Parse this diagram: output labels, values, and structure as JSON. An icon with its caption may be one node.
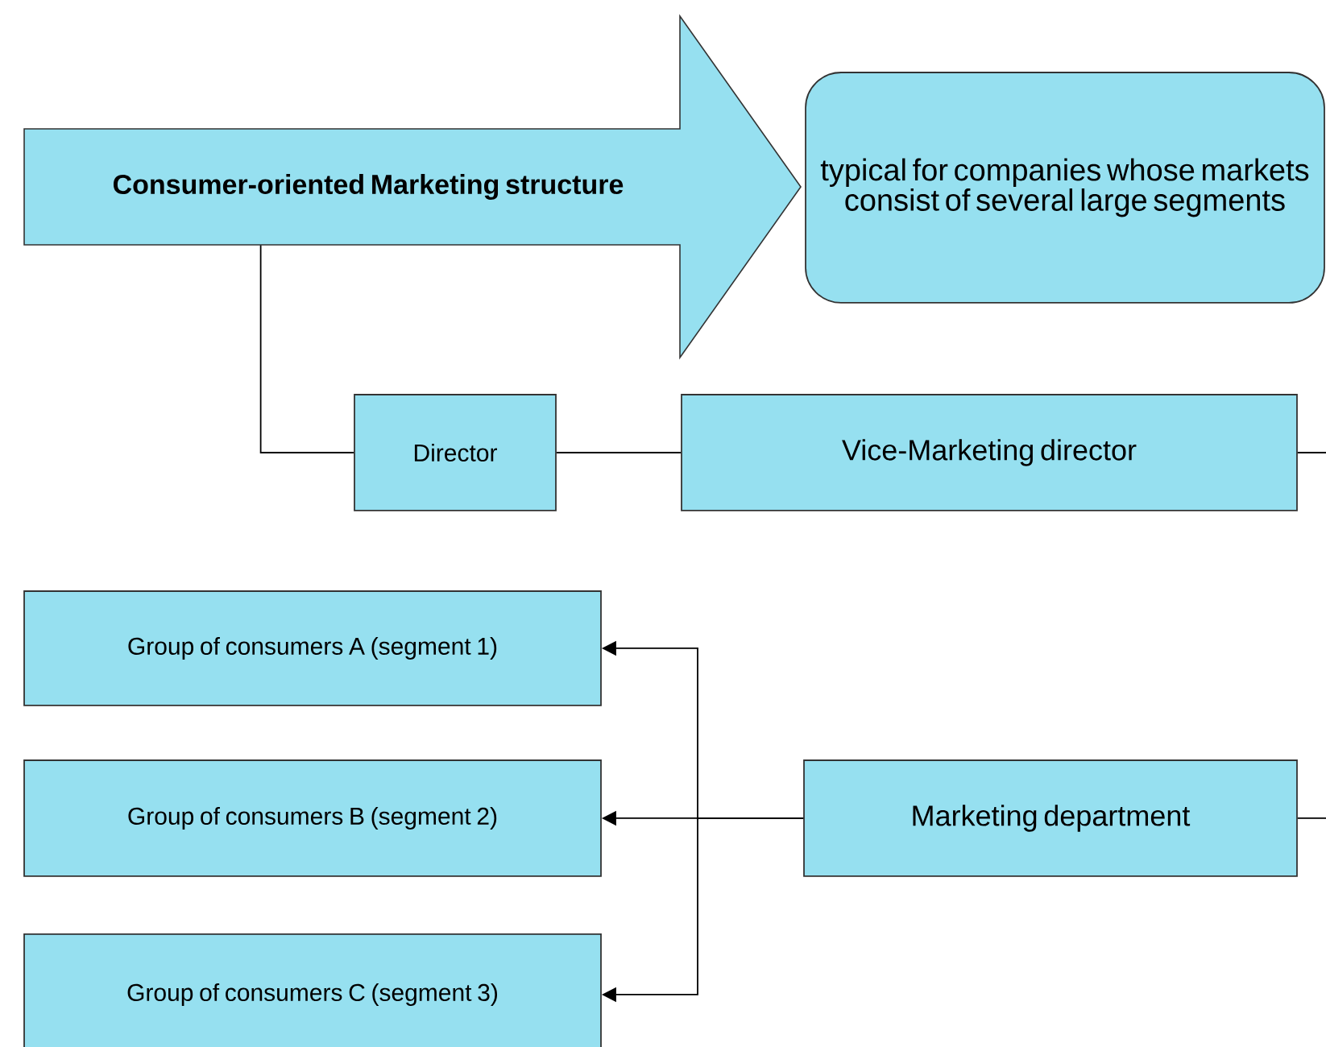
{
  "diagram": {
    "nodes": [
      {
        "text": [
          "Consumer-oriented Marketing structure"
        ]
      },
      {
        "text": [
          "typical for companies whose markets consist of several large segments"
        ]
      },
      {
        "text": [
          "Director"
        ]
      },
      {
        "text": [
          "Vice-Marketing director"
        ]
      },
      {
        "text": [
          "Group of consumers A (segment 1)"
        ]
      },
      {
        "text": [
          "Group of consumers B (segment 2)"
        ]
      },
      {
        "text": [
          "Group of consumers C (segment 3)"
        ]
      },
      {
        "text": [
          "Marketing department"
        ]
      }
    ],
    "edges": [
      {
        "from": 0,
        "to": 2,
        "arrow": "none"
      },
      {
        "from": 2,
        "to": 3,
        "arrow": "none"
      },
      {
        "from": 3,
        "to": null,
        "arrow": "none"
      },
      {
        "from": 7,
        "to": 4,
        "arrow": "to"
      },
      {
        "from": 7,
        "to": 5,
        "arrow": "to"
      },
      {
        "from": 7,
        "to": 6,
        "arrow": "to"
      },
      {
        "from": 7,
        "to": null,
        "arrow": "none"
      }
    ]
  }
}
